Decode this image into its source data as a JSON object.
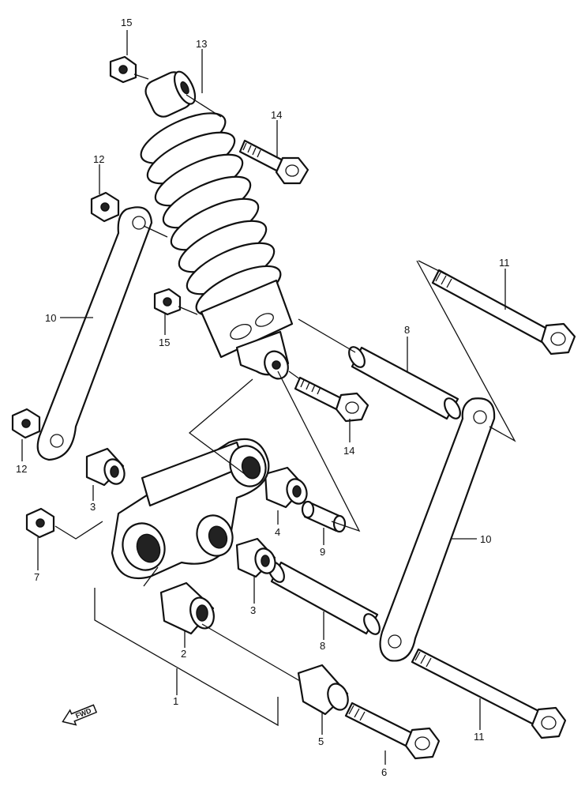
{
  "callouts": {
    "c1": "1",
    "c2": "2",
    "c3a": "3",
    "c3b": "3",
    "c4": "4",
    "c5": "5",
    "c6": "6",
    "c7": "7",
    "c8a": "8",
    "c8b": "8",
    "c9": "9",
    "c10a": "10",
    "c10b": "10",
    "c11a": "11",
    "c11b": "11",
    "c12a": "12",
    "c12b": "12",
    "c13": "13",
    "c14a": "14",
    "c14b": "14",
    "c15a": "15",
    "c15b": "15"
  },
  "front_arrow": {
    "label": "FWD"
  }
}
